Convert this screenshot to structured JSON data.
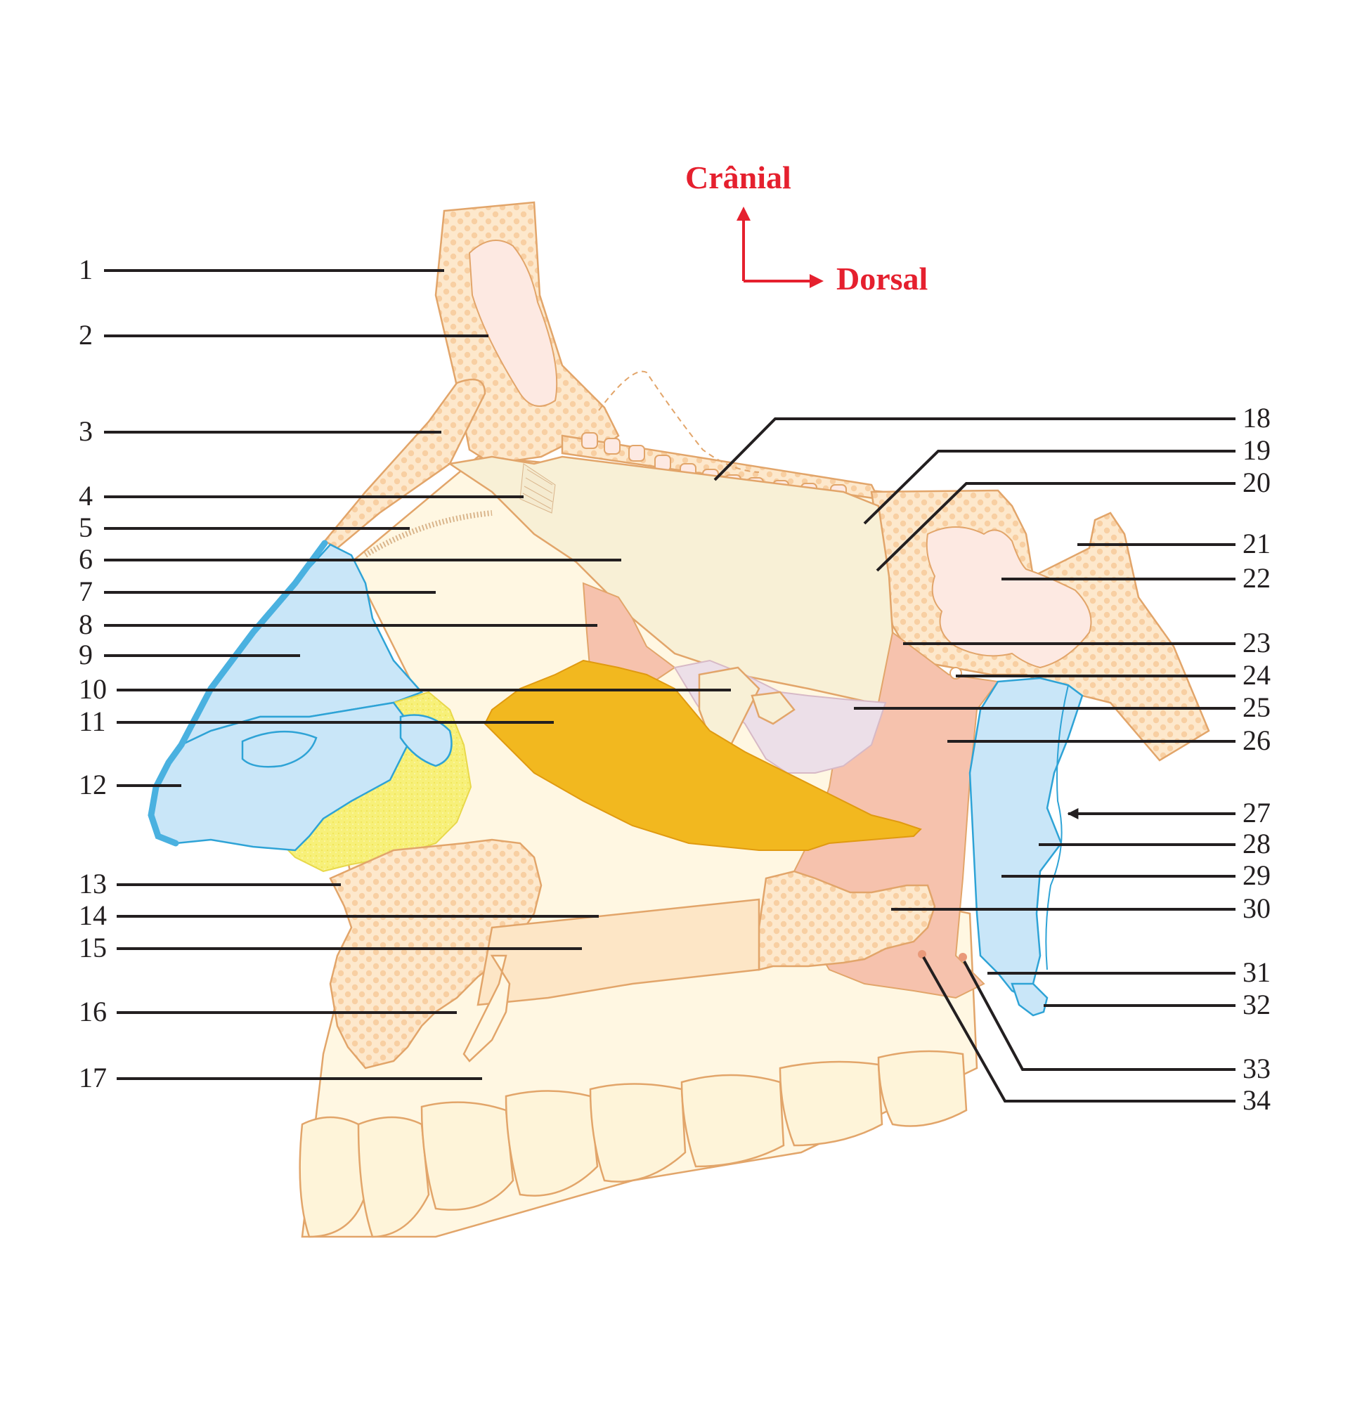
{
  "orientation": {
    "cranial_label": "Crânial",
    "dorsal_label": "Dorsal",
    "arrow_color": "#e5202e"
  },
  "labels_left": [
    "1",
    "2",
    "3",
    "4",
    "5",
    "6",
    "7",
    "8",
    "9",
    "10",
    "11",
    "12",
    "13",
    "14",
    "15",
    "16",
    "17"
  ],
  "labels_right": [
    "18",
    "19",
    "20",
    "21",
    "22",
    "23",
    "24",
    "25",
    "26",
    "27",
    "28",
    "29",
    "30",
    "31",
    "32",
    "33",
    "34"
  ],
  "colors": {
    "bone": "#fde6c6",
    "bone_outline": "#e2a56a",
    "cartilage_blue": "#c9e6f8",
    "cartilage_outline": "#2ea3d6",
    "conchae_orange": "#f2b81f",
    "mucosa_salmon": "#f6c2ad",
    "fat_yellow": "#f5ef6b",
    "sinus_pink": "#fde9e2",
    "lilac": "#ecdfe8",
    "leader_line": "#231f20"
  }
}
